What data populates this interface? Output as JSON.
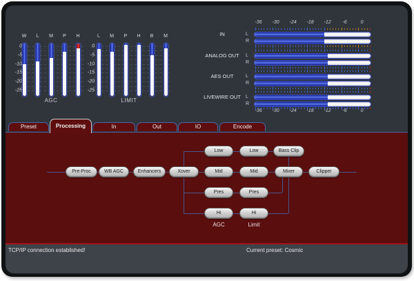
{
  "tabs": {
    "items": [
      {
        "label": "Preset",
        "selected": false
      },
      {
        "label": "Processing",
        "selected": true
      },
      {
        "label": "In",
        "selected": false
      },
      {
        "label": "Out",
        "selected": false
      },
      {
        "label": "IO",
        "selected": false
      },
      {
        "label": "Encode",
        "selected": false
      }
    ]
  },
  "vertical_meters": {
    "scale_labels": [
      "0",
      "-5",
      "-10",
      "-15",
      "-20",
      "-25"
    ],
    "groups": [
      {
        "label": "AGC",
        "bars": [
          {
            "ch": "W",
            "db": -11,
            "color": "blue"
          },
          {
            "ch": "L",
            "db": -9.5,
            "color": "blue"
          },
          {
            "ch": "M",
            "db": -7.5,
            "color": "blue"
          },
          {
            "ch": "P",
            "db": -4,
            "color": "blue"
          },
          {
            "ch": "H",
            "db": -2,
            "color": "red"
          }
        ]
      },
      {
        "label": "LIMIT",
        "bars": [
          {
            "ch": "L",
            "db": -2.5,
            "color": "blue"
          },
          {
            "ch": "M",
            "db": -4,
            "color": "blue"
          },
          {
            "ch": "P",
            "db": 0,
            "color": "blue"
          },
          {
            "ch": "H",
            "db": 0,
            "color": "blue"
          },
          {
            "ch": "B",
            "db": -6,
            "color": "blue"
          },
          {
            "ch": "M",
            "db": -2,
            "color": "blue"
          }
        ]
      }
    ]
  },
  "horizontal_meters": {
    "scale_labels": [
      "-36",
      "-30",
      "-24",
      "-18",
      "-12",
      "-6",
      "0"
    ],
    "groups": [
      {
        "label": "IN",
        "warn_ticks": true,
        "channels": [
          {
            "ch": "L",
            "db": -13
          },
          {
            "ch": "R",
            "db": -13
          }
        ]
      },
      {
        "label": "ANALOG OUT",
        "warn_ticks": false,
        "channels": [
          {
            "ch": "L",
            "db": -12
          },
          {
            "ch": "R",
            "db": -12
          }
        ]
      },
      {
        "label": "AES OUT",
        "warn_ticks": false,
        "channels": [
          {
            "ch": "L",
            "db": -12
          },
          {
            "ch": "R",
            "db": -12
          }
        ]
      },
      {
        "label": "LIVEWIRE OUT",
        "warn_ticks": false,
        "channels": [
          {
            "ch": "L",
            "db": -12
          },
          {
            "ch": "R",
            "db": -12
          }
        ]
      }
    ]
  },
  "flow": {
    "nodes": [
      {
        "id": "preproc",
        "label": "Pre-Proc"
      },
      {
        "id": "wbagc",
        "label": "WB AGC"
      },
      {
        "id": "enhancers",
        "label": "Enhancers"
      },
      {
        "id": "xover",
        "label": "Xover"
      },
      {
        "id": "agc-low",
        "label": "Low"
      },
      {
        "id": "agc-mid",
        "label": "Mid"
      },
      {
        "id": "agc-pres",
        "label": "Pres"
      },
      {
        "id": "agc-hi",
        "label": "Hi"
      },
      {
        "id": "limit-low",
        "label": "Low"
      },
      {
        "id": "limit-mid",
        "label": "Mid"
      },
      {
        "id": "limit-pres",
        "label": "Pres"
      },
      {
        "id": "limit-hi",
        "label": "Hi"
      },
      {
        "id": "bassclip",
        "label": "Bass Clip"
      },
      {
        "id": "mixer",
        "label": "Mixer"
      },
      {
        "id": "clipper",
        "label": "Clipper"
      }
    ],
    "column_labels": [
      {
        "id": "agc",
        "text": "AGC"
      },
      {
        "id": "limit",
        "text": "Limit"
      }
    ]
  },
  "status": {
    "left": "TCP/IP connection established!",
    "right": "Current preset: Cosmic"
  },
  "colors": {
    "panel_bg": "#30353b",
    "content_bg": "#5a0e0e",
    "status_bg": "#3e434a",
    "meter_blue": "#2b49c8",
    "meter_red": "#c01818",
    "tick_blue": "#3b62d8",
    "tick_warn": "#c08020",
    "tick_peak": "#d02020",
    "tab_border": "#4a66a8",
    "flow_line": "#47588e"
  }
}
